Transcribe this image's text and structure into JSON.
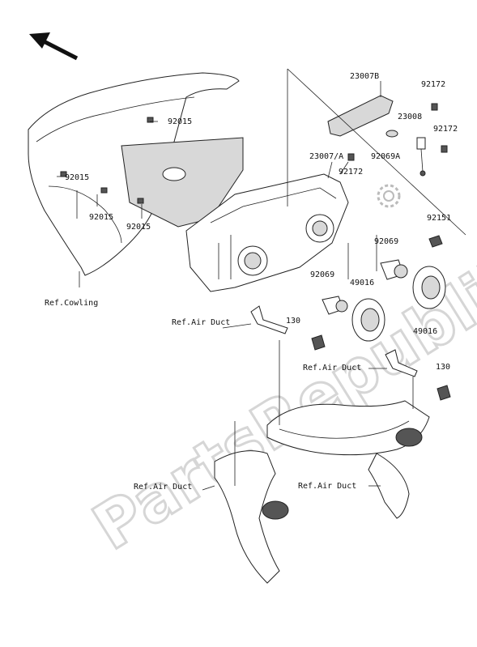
{
  "watermark": "PartsRepublik",
  "part_labels": {
    "p23007b": "23007B",
    "p92172_a": "92172",
    "p23008": "23008",
    "p92172_b": "92172",
    "p92069a": "92069A",
    "p23007a": "23007/A",
    "p92172_c": "92172",
    "p92015_a": "92015",
    "p92015_b": "92015",
    "p92015_c": "92015",
    "p92015_d": "92015",
    "p92151": "92151",
    "p92069_a": "92069",
    "p92069_b": "92069",
    "p49016_a": "49016",
    "p49016_b": "49016",
    "p130_a": "130",
    "p130_b": "130"
  },
  "reference_labels": {
    "cowling": "Ref.Cowling",
    "air_duct_1": "Ref.Air Duct",
    "air_duct_2": "Ref.Air Duct",
    "air_duct_3": "Ref.Air Duct",
    "air_duct_4": "Ref.Air Duct"
  },
  "icons": [
    "direction-arrow-icon",
    "gear-icon"
  ]
}
